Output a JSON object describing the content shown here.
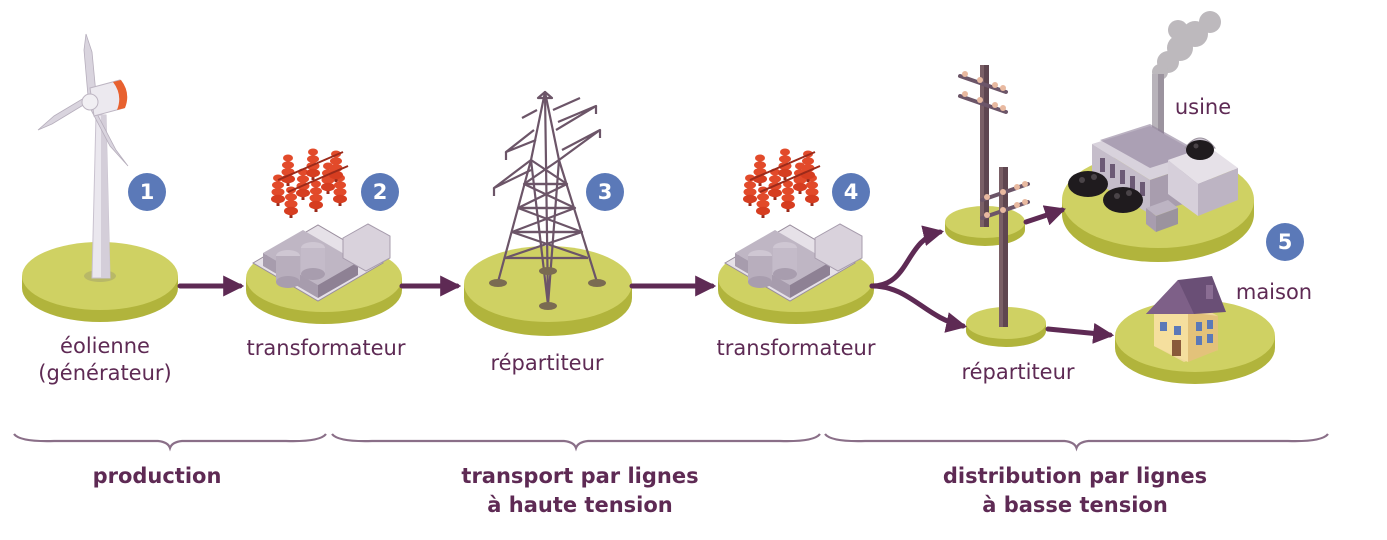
{
  "steps": [
    {
      "number": "1",
      "label_line1": "éolienne",
      "label_line2": "(générateur)"
    },
    {
      "number": "2",
      "label": "transformateur"
    },
    {
      "number": "3",
      "label": "répartiteur"
    },
    {
      "number": "4",
      "label": "transformateur"
    },
    {
      "label": "répartiteur"
    },
    {
      "number": "5",
      "label_factory": "usine",
      "label_house": "maison"
    }
  ],
  "groups": [
    {
      "label": "production"
    },
    {
      "line1": "transport par lignes",
      "line2": "à haute tension"
    },
    {
      "line1": "distribution par lignes",
      "line2": "à basse tension"
    }
  ],
  "colors": {
    "platform_top": "#cfd163",
    "platform_side": "#b1b43c",
    "arrow": "#5e2a54",
    "badge": "#5b79b8",
    "insulator": "#e24a2a",
    "structure": "#6c5568",
    "label_text": "#5e2a54"
  },
  "icons": [
    "wind-turbine-icon",
    "transformer-icon",
    "pylon-icon",
    "utility-pole-icon",
    "factory-icon",
    "house-icon"
  ]
}
